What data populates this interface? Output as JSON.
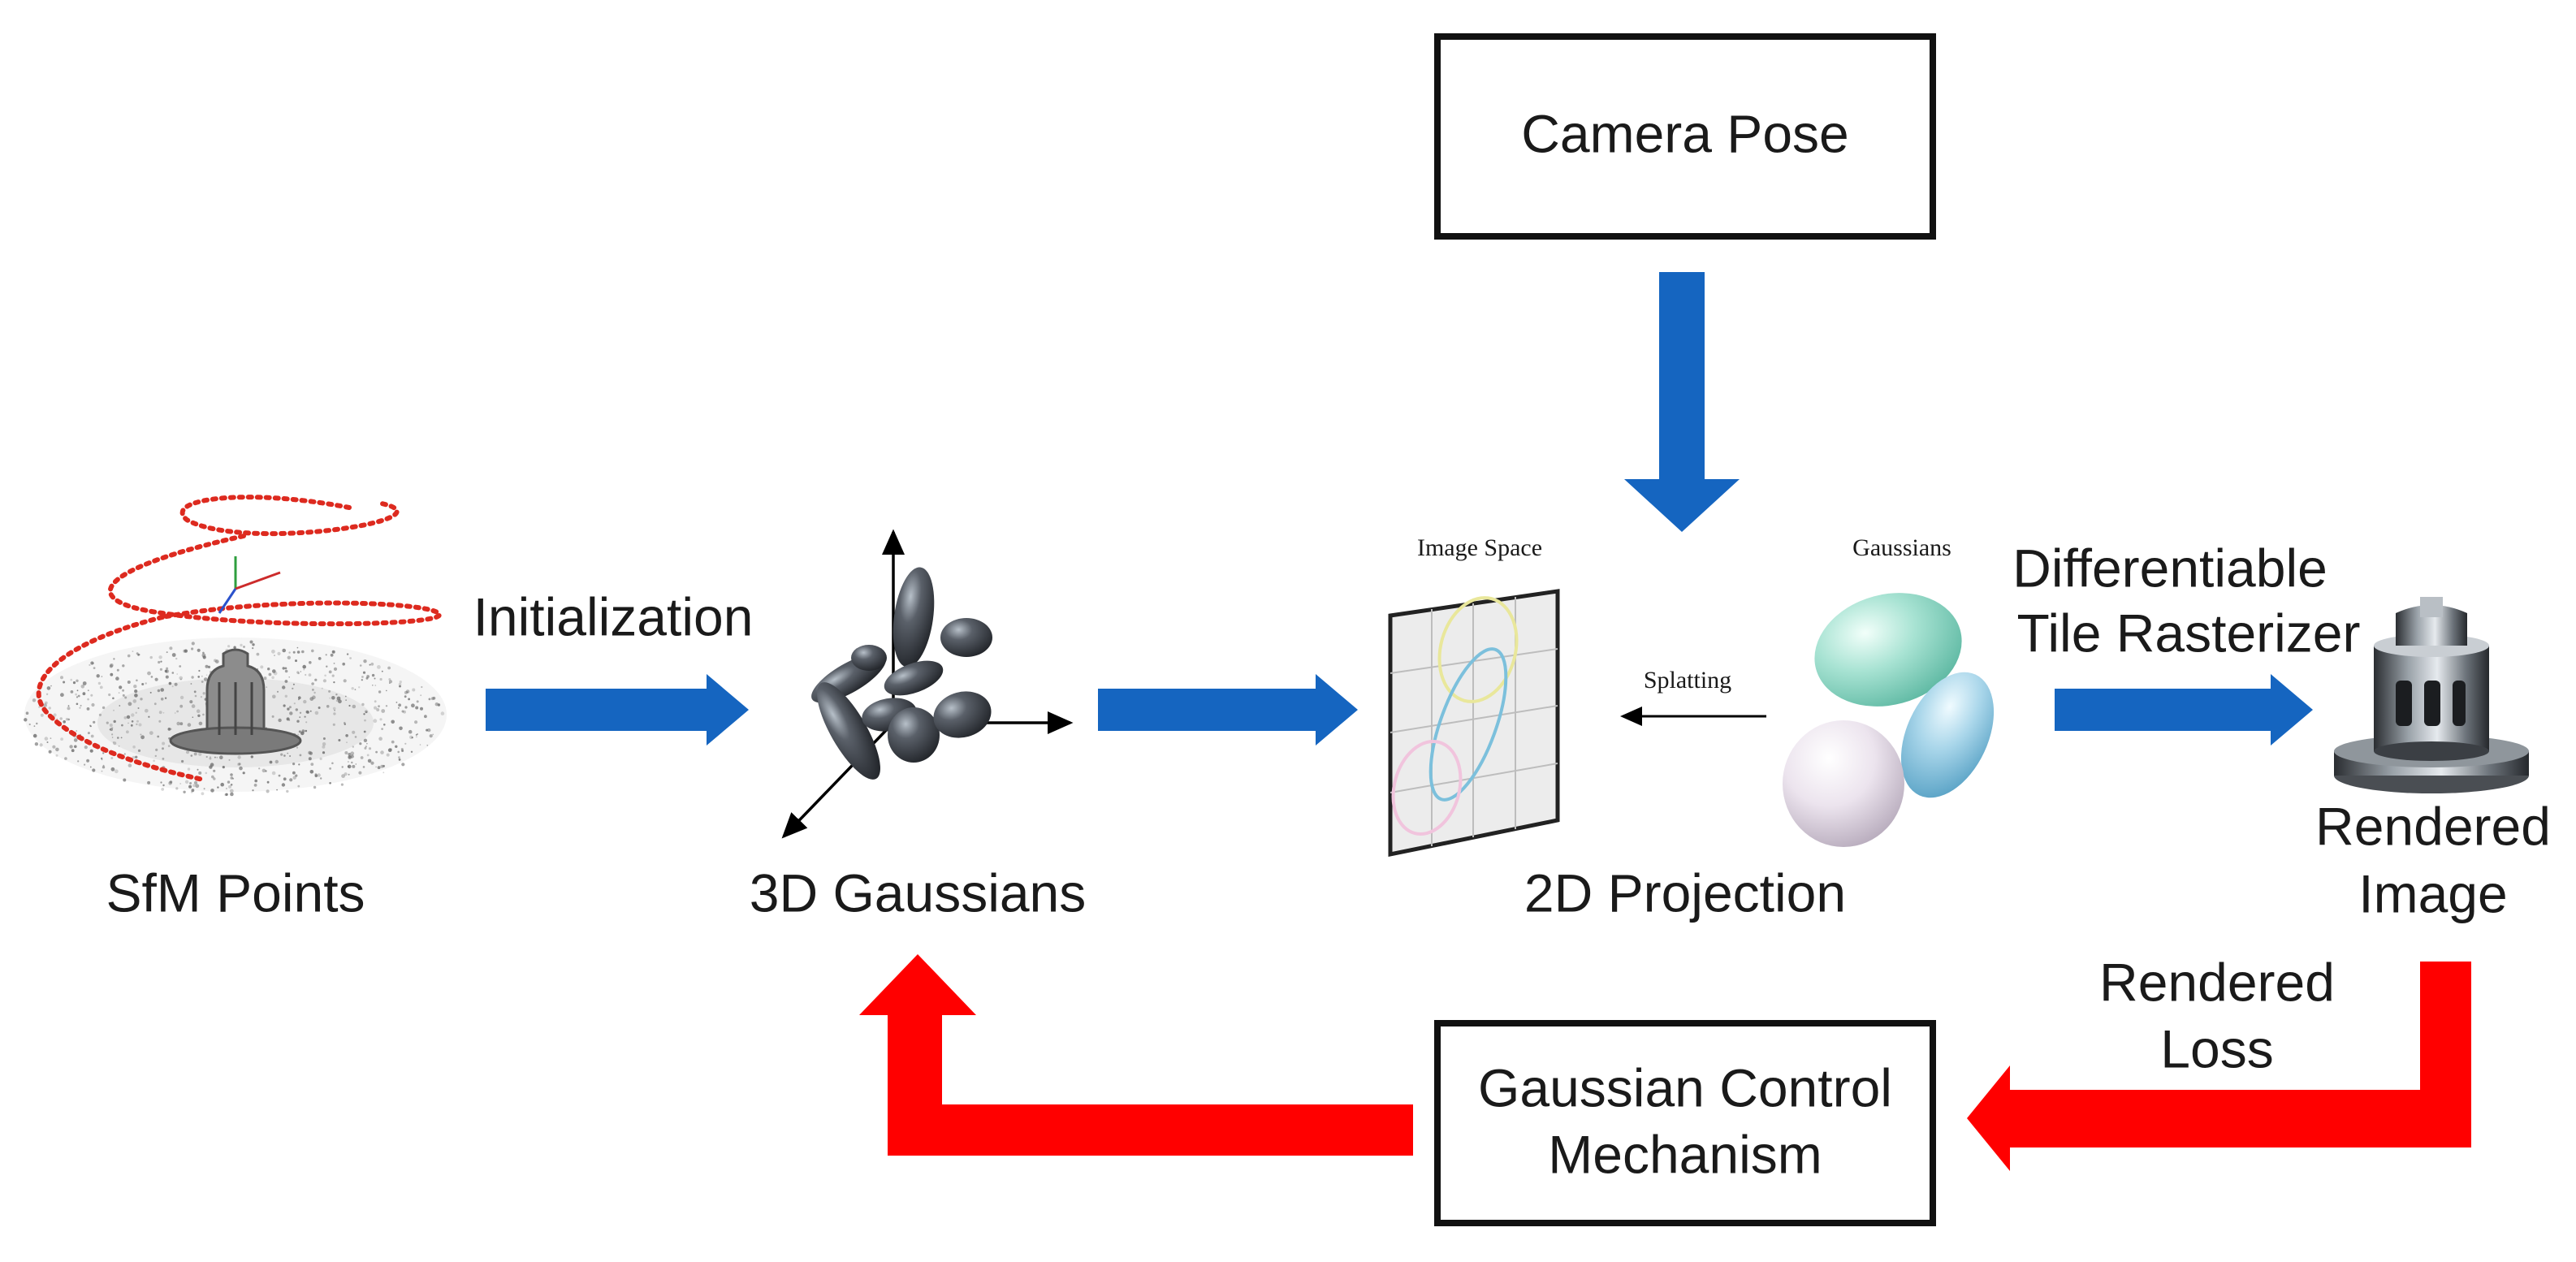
{
  "labels": {
    "camera_pose": "Camera Pose",
    "initialization": "Initialization",
    "differentiable_l1": "Differentiable",
    "differentiable_l2": "Tile Rasterizer",
    "sfm_points": "SfM Points",
    "gaussians_3d": "3D Gaussians",
    "projection_2d": "2D Projection",
    "rendered_image_l1": "Rendered",
    "rendered_image_l2": "Image",
    "rendered_loss_l1": "Rendered",
    "rendered_loss_l2": "Loss",
    "gaussian_control_l1": "Gaussian Control",
    "gaussian_control_l2": "Mechanism",
    "image_space": "Image Space",
    "gaussians_small": "Gaussians",
    "splatting": "Splatting"
  },
  "colors": {
    "forward_arrow": "#1565c0",
    "feedback_arrow": "#ff0000",
    "camera_trajectory": "#dd2a1f",
    "ellipsoid": "#3a3f47",
    "grid_plane": "#ececec"
  }
}
